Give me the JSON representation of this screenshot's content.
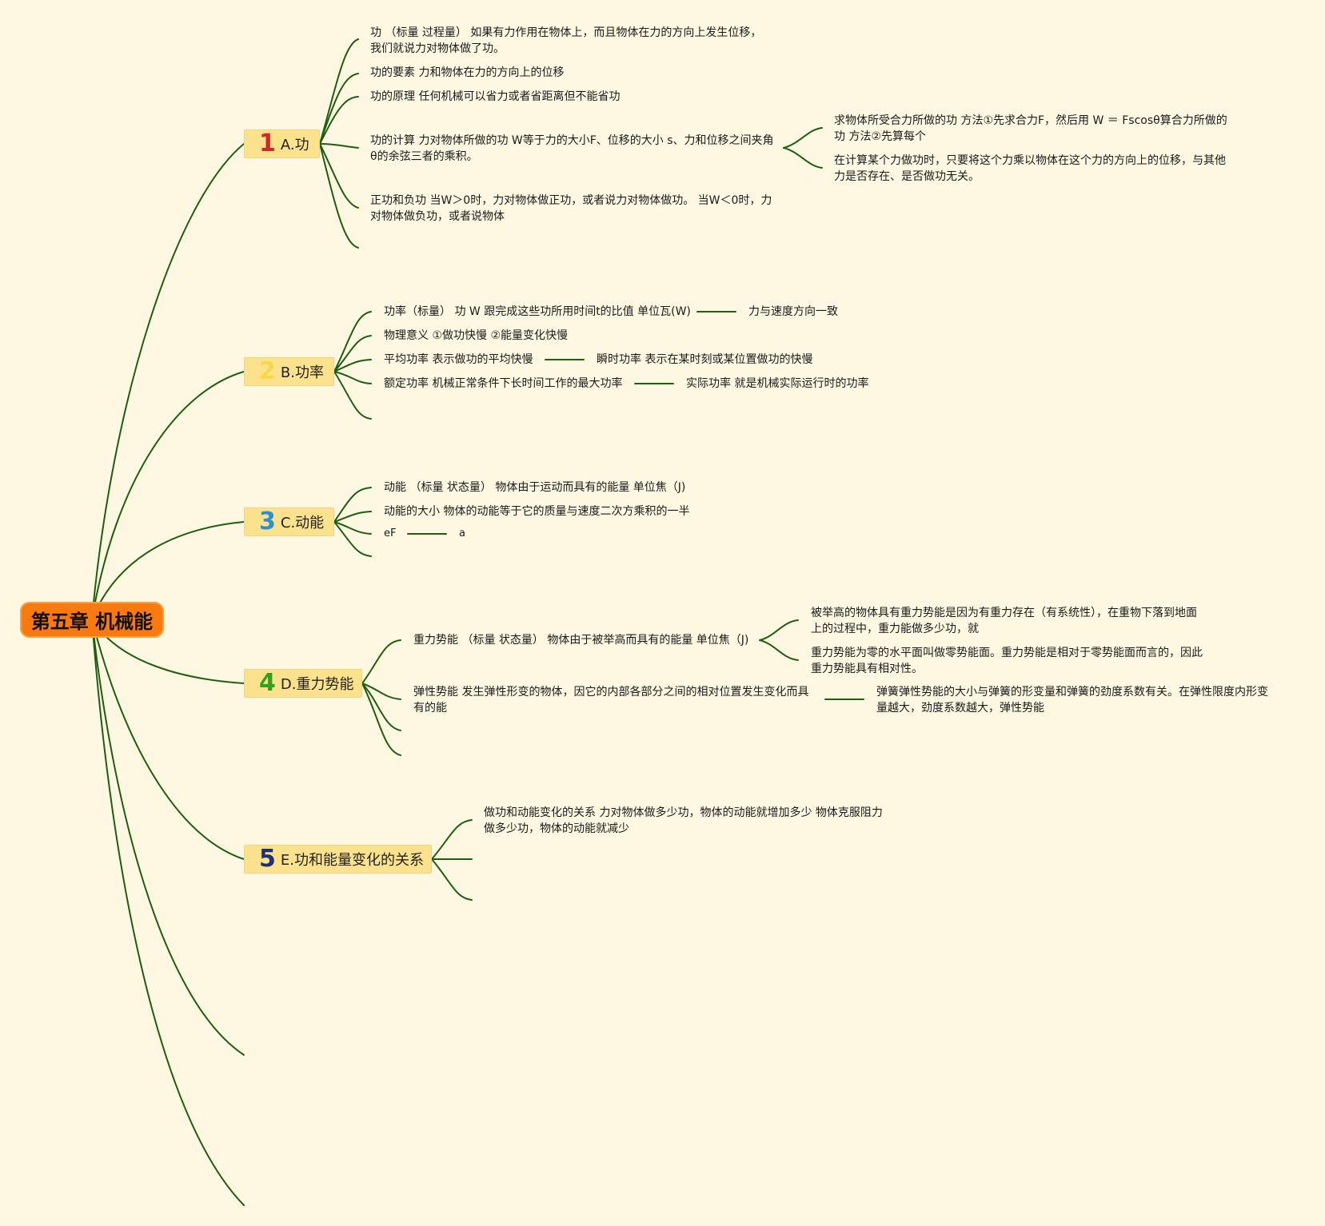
{
  "root": {
    "title": "第五章 机械能"
  },
  "branches": [
    {
      "num": "1",
      "num_color": "#d2262a",
      "label": "A.功",
      "items": [
        {
          "text": "功 （标量 过程量） 如果有力作用在物体上，而且物体在力的方向上发生位移，我们就说力对物体做了功。"
        },
        {
          "text": "功的要素 力和物体在力的方向上的位移"
        },
        {
          "text": "功的原理 任何机械可以省力或者省距离但不能省功"
        },
        {
          "text": "功的计算 力对物体所做的功 W等于力的大小F、位移的大小 s、力和位移之间夹角θ的余弦三者的乘积。",
          "children": [
            "求物体所受合力所做的功 方法①先求合力F，然后用 W ＝ Fscosθ算合力所做的功 方法②先算每个",
            "在计算某个力做功时，只要将这个力乘以物体在这个力的方向上的位移，与其他力是否存在、是否做功无关。"
          ]
        },
        {
          "text": "正功和负功 当W＞0时，力对物体做正功，或者说力对物体做功。 当W＜0时，力对物体做负功，或者说物体"
        }
      ]
    },
    {
      "num": "2",
      "num_color": "#f7d84a",
      "label": "B.功率",
      "items": [
        {
          "text": "功率（标量） 功 W 跟完成这些功所用时间t的比值 单位瓦(W)",
          "children": [
            "力与速度方向一致"
          ]
        },
        {
          "text": "物理意义 ①做功快慢 ②能量变化快慢"
        },
        {
          "text": "平均功率 表示做功的平均快慢",
          "children": [
            "瞬时功率 表示在某时刻或某位置做功的快慢"
          ]
        },
        {
          "text": "额定功率 机械正常条件下长时间工作的最大功率",
          "children": [
            "实际功率 就是机械实际运行时的功率"
          ]
        }
      ]
    },
    {
      "num": "3",
      "num_color": "#2d8ed2",
      "label": "C.动能",
      "items": [
        {
          "text": "动能 （标量 状态量） 物体由于运动而具有的能量 单位焦（J)"
        },
        {
          "text": "动能的大小 物体的动能等于它的质量与速度二次方乘积的一半"
        },
        {
          "text": "eF",
          "children": [
            "a"
          ]
        }
      ]
    },
    {
      "num": "4",
      "num_color": "#2fa320",
      "label": "D.重力势能",
      "items": [
        {
          "text": "重力势能 （标量 状态量） 物体由于被举高而具有的能量 单位焦（J)",
          "children": [
            "被举高的物体具有重力势能是因为有重力存在（有系统性），在重物下落到地面上的过程中，重力能做多少功，就",
            "重力势能为零的水平面叫做零势能面。重力势能是相对于零势能面而言的，因此重力势能具有相对性。"
          ]
        },
        {
          "text": "弹性势能 发生弹性形变的物体，因它的内部各部分之间的相对位置发生变化而具有的能",
          "children": [
            "弹簧弹性势能的大小与弹簧的形变量和弹簧的劲度系数有关。在弹性限度内形变量越大，劲度系数越大，弹性势能"
          ]
        }
      ]
    },
    {
      "num": "5",
      "num_color": "#1f2f7a",
      "label": "E.功和能量变化的关系",
      "items": [
        {
          "text": "做功和动能变化的关系 力对物体做多少功，物体的动能就增加多少 物体克服阻力做多少功，物体的动能就减少"
        }
      ]
    }
  ]
}
